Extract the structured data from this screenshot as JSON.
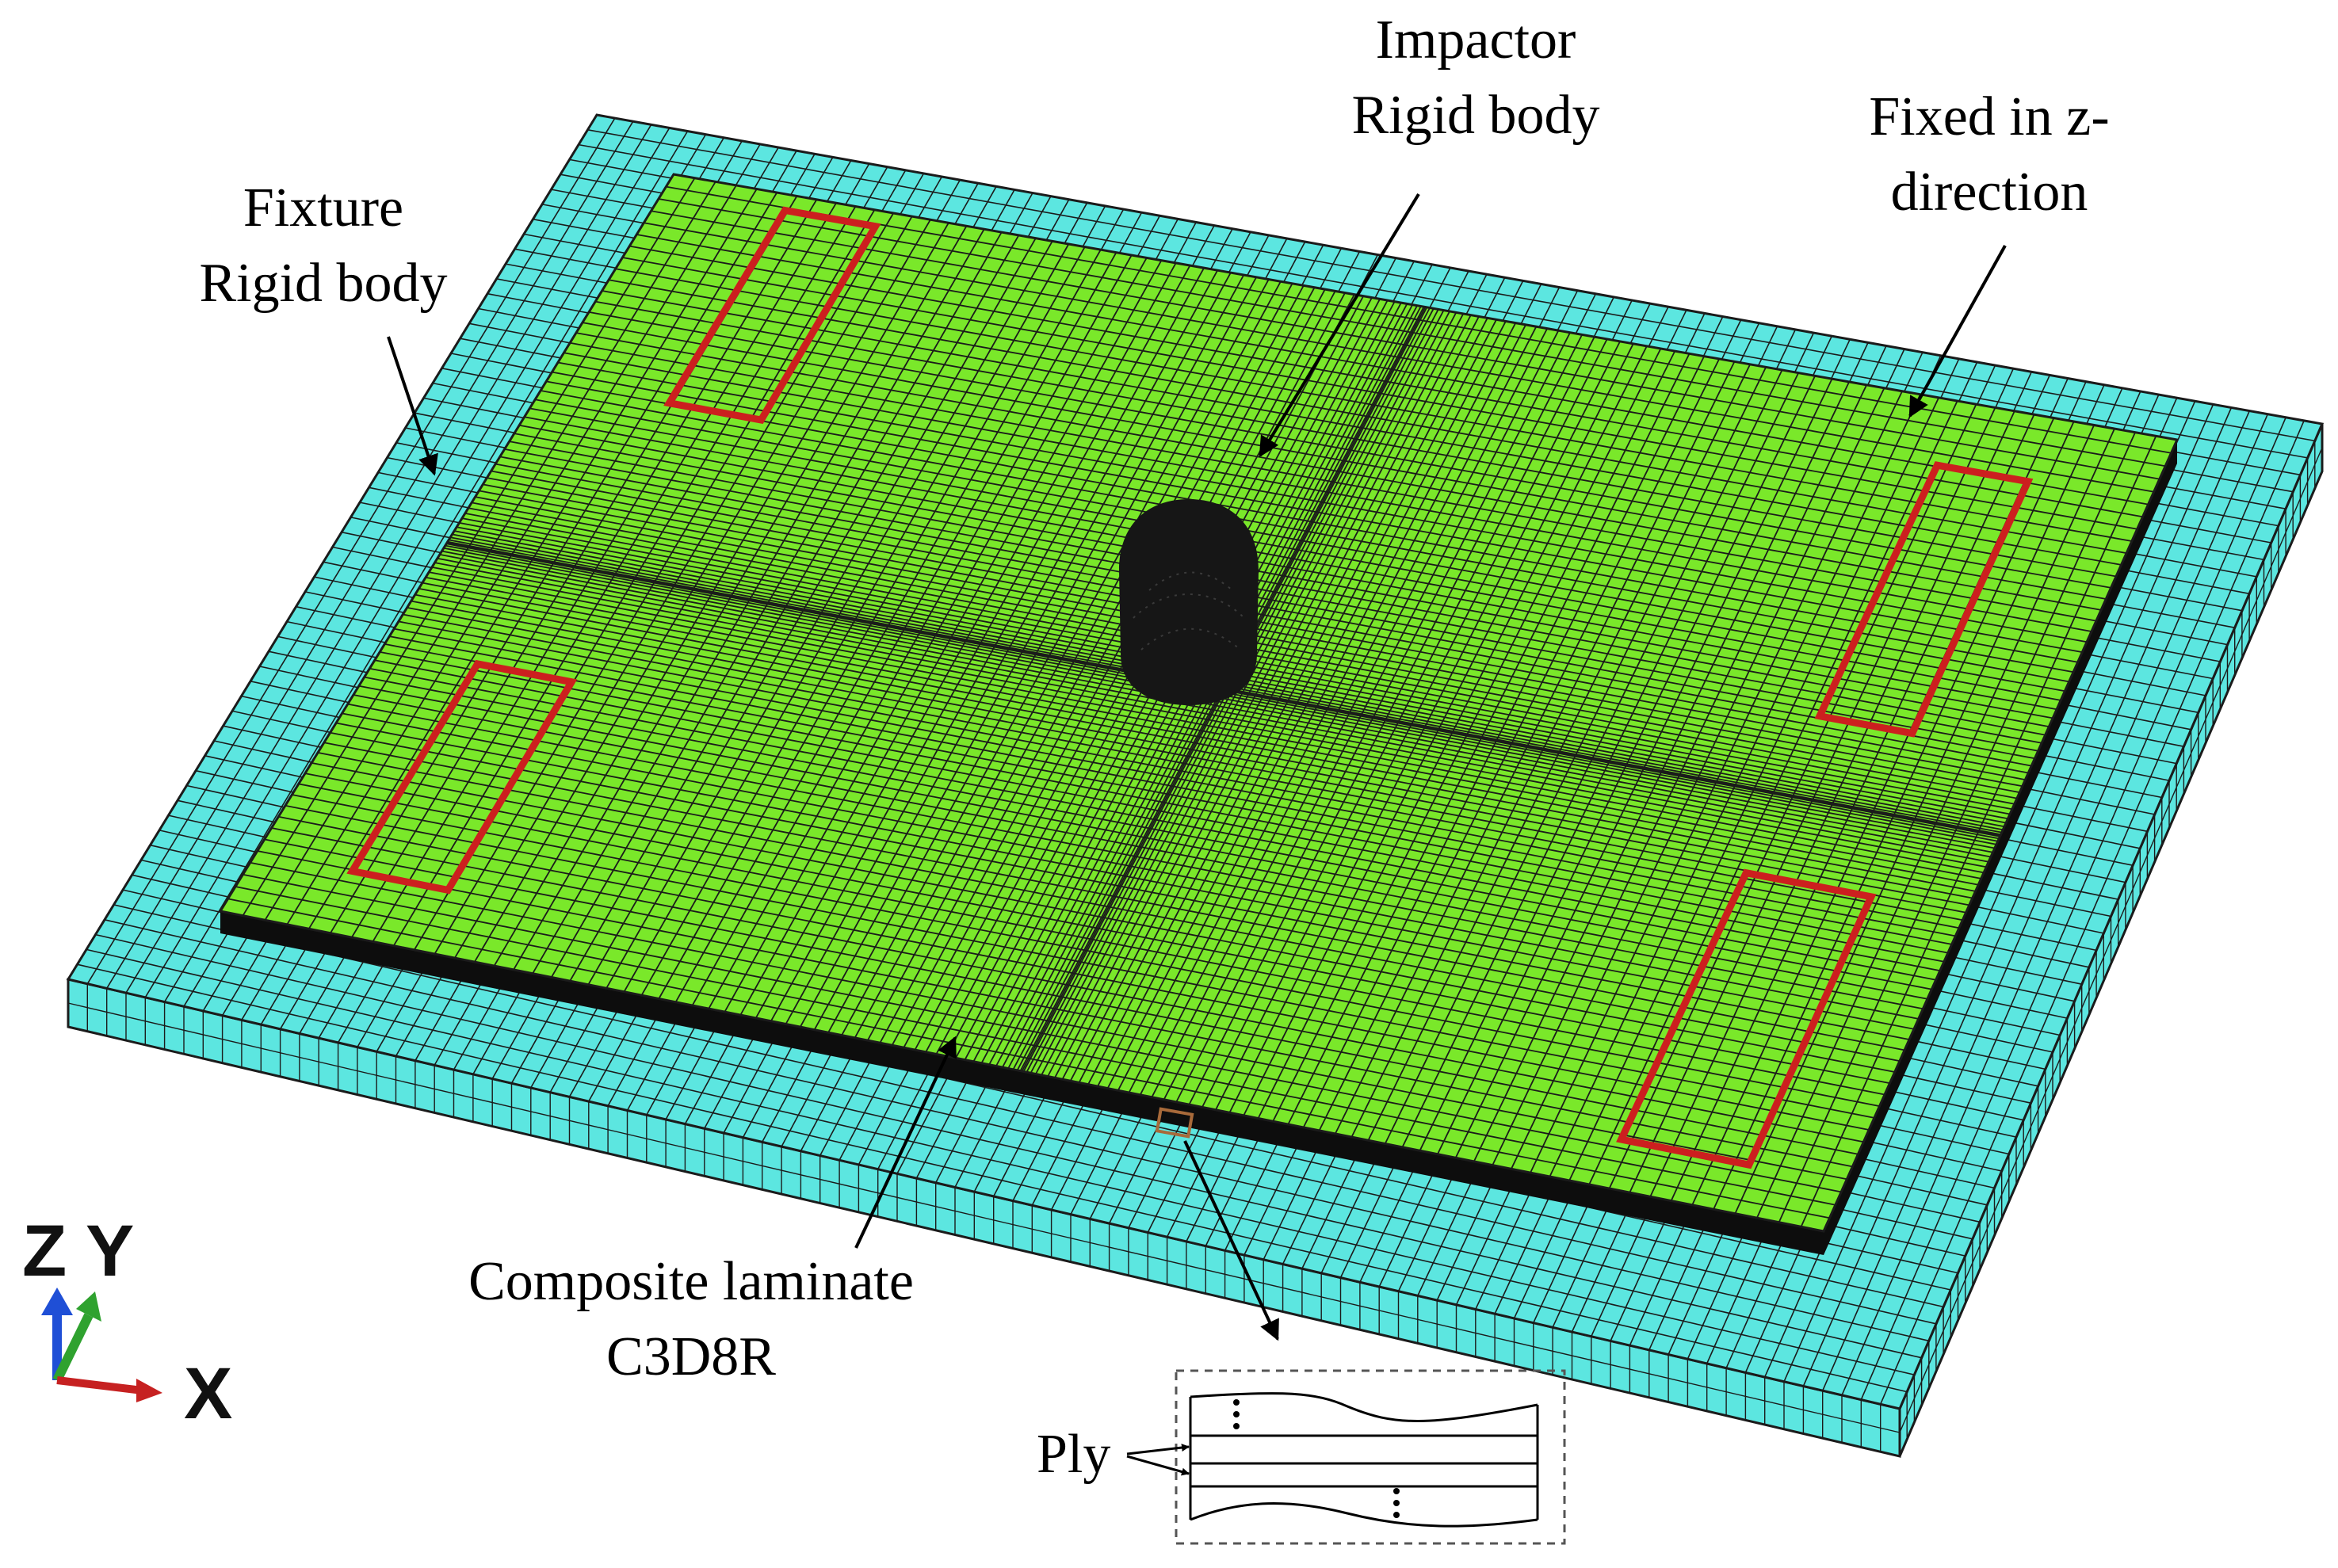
{
  "labels": {
    "fixture": [
      "Fixture",
      "Rigid body"
    ],
    "impactor": [
      "Impactor",
      "Rigid body"
    ],
    "fixed": [
      "Fixed in z-",
      "direction"
    ],
    "laminate": [
      "Composite laminate",
      "C3D8R"
    ],
    "ply": "Ply"
  },
  "triad": {
    "z": "Z",
    "y": "Y",
    "x": "X"
  },
  "colors": {
    "fixture": "#5ce6e0",
    "laminate": "#7ae82a",
    "mesh_line": "#1b1b1b",
    "laminate_edge": "#0d0d0d",
    "impactor": "#161616",
    "constraint_box": "#cc1f1f",
    "detail_marker": "#a86a3a",
    "axis_z": "#1f4fd6",
    "axis_y": "#2fa22f",
    "axis_x": "#c62121"
  },
  "icons": [
    "coordinate-triad-icon"
  ]
}
